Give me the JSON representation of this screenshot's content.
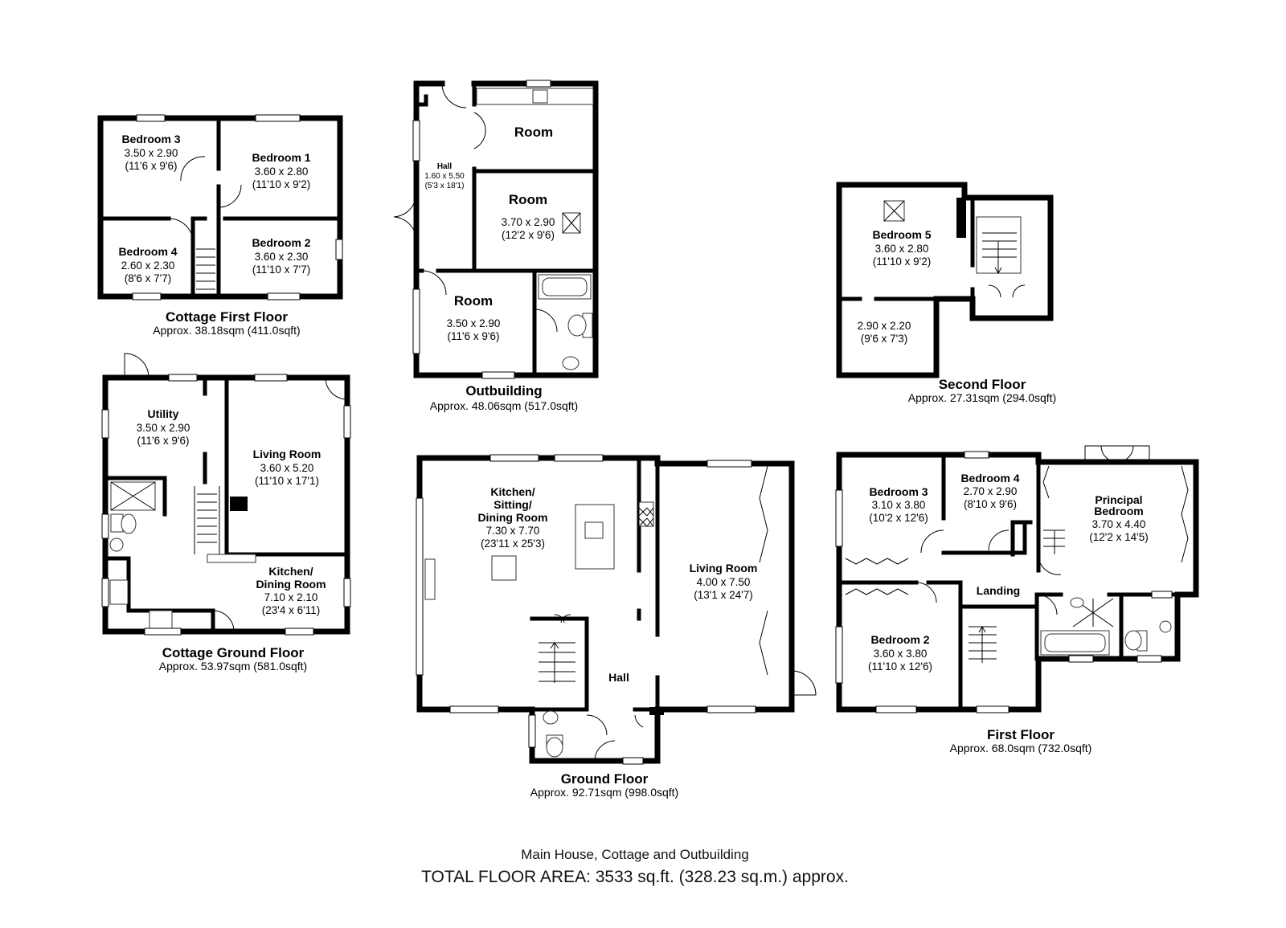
{
  "plans": {
    "cottage_first": {
      "title": "Cottage First Floor",
      "area": "Approx. 38.18sqm (411.0sqft)",
      "rooms": [
        {
          "name": "Bedroom 3",
          "dim_m": "3.50 x 2.90",
          "dim_ft": "(11'6 x 9'6)"
        },
        {
          "name": "Bedroom 1",
          "dim_m": "3.60 x 2.80",
          "dim_ft": "(11'10 x 9'2)"
        },
        {
          "name": "Bedroom 4",
          "dim_m": "2.60 x 2.30",
          "dim_ft": "(8'6 x 7'7)"
        },
        {
          "name": "Bedroom 2",
          "dim_m": "3.60 x 2.30",
          "dim_ft": "(11'10 x 7'7)"
        }
      ]
    },
    "cottage_ground": {
      "title": "Cottage Ground Floor",
      "area": "Approx. 53.97sqm (581.0sqft)",
      "rooms": [
        {
          "name": "Utility",
          "dim_m": "3.50 x 2.90",
          "dim_ft": "(11'6 x 9'6)"
        },
        {
          "name": "Living Room",
          "dim_m": "3.60 x 5.20",
          "dim_ft": "(11'10 x 17'1)"
        },
        {
          "name": "Kitchen/",
          "name2": "Dining Room",
          "dim_m": "7.10 x 2.10",
          "dim_ft": "(23'4 x 6'11)"
        }
      ]
    },
    "outbuilding": {
      "title": "Outbuilding",
      "area": "Approx. 48.06sqm (517.0sqft)",
      "rooms": [
        {
          "name": "Room"
        },
        {
          "name": "Room",
          "dim_m": "3.70 x 2.90",
          "dim_ft": "(12'2 x 9'6)"
        },
        {
          "name": "Room",
          "dim_m": "3.50 x 2.90",
          "dim_ft": "(11'6 x 9'6)"
        },
        {
          "name": "Hall",
          "dim_m": "1.60 x 5.50",
          "dim_ft": "(5'3 x 18'1)"
        }
      ]
    },
    "second": {
      "title": "Second Floor",
      "area": "Approx. 27.31sqm (294.0sqft)",
      "rooms": [
        {
          "name": "Bedroom 5",
          "dim_m": "3.60 x 2.80",
          "dim_ft": "(11'10 x 9'2)"
        },
        {
          "dim_m": "2.90 x 2.20",
          "dim_ft": "(9'6 x 7'3)"
        }
      ]
    },
    "ground": {
      "title": "Ground Floor",
      "area": "Approx. 92.71sqm (998.0sqft)",
      "rooms": [
        {
          "name": "Kitchen/",
          "name2": "Sitting/",
          "name3": "Dining Room",
          "dim_m": "7.30 x 7.70",
          "dim_ft": "(23'11 x 25'3)"
        },
        {
          "name": "Living Room",
          "dim_m": "4.00 x 7.50",
          "dim_ft": "(13'1 x 24'7)"
        },
        {
          "name": "Hall"
        }
      ]
    },
    "first": {
      "title": "First Floor",
      "area": "Approx. 68.0sqm (732.0sqft)",
      "rooms": [
        {
          "name": "Bedroom 3",
          "dim_m": "3.10 x 3.80",
          "dim_ft": "(10'2 x 12'6)"
        },
        {
          "name": "Bedroom 4",
          "dim_m": "2.70 x 2.90",
          "dim_ft": "(8'10 x 9'6)"
        },
        {
          "name": "Principal",
          "name2": "Bedroom",
          "dim_m": "3.70 x 4.40",
          "dim_ft": "(12'2 x 14'5)"
        },
        {
          "name": "Landing"
        },
        {
          "name": "Bedroom 2",
          "dim_m": "3.60 x 3.80",
          "dim_ft": "(11'10 x 12'6)"
        }
      ]
    }
  },
  "footer": {
    "subtitle": "Main House, Cottage and Outbuilding",
    "total": "TOTAL FLOOR AREA: 3533 sq.ft. (328.23 sq.m.) approx."
  }
}
